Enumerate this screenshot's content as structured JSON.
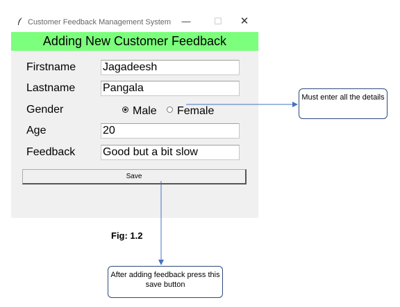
{
  "window": {
    "title": "Customer Feedback Management System",
    "controls": {
      "minimize": "—",
      "maximize": "☐",
      "close": "✕"
    }
  },
  "header": {
    "title": "Adding New Customer Feedback",
    "bg_color": "#7cff7c"
  },
  "form": {
    "firstname": {
      "label": "Firstname",
      "value": "Jagadeesh"
    },
    "lastname": {
      "label": "Lastname",
      "value": "Pangala"
    },
    "gender": {
      "label": "Gender",
      "options": [
        "Male",
        "Female"
      ],
      "selected": "Male"
    },
    "age": {
      "label": "Age",
      "value": "20"
    },
    "feedback": {
      "label": "Feedback",
      "value": "Good but a bit slow"
    }
  },
  "save_button": {
    "label": "Save"
  },
  "annotations": {
    "callout_right": "Must enter all the details",
    "callout_bottom": "After adding feedback press this save button",
    "figure_label": "Fig: 1.2",
    "arrow_color": "#4472c4"
  }
}
